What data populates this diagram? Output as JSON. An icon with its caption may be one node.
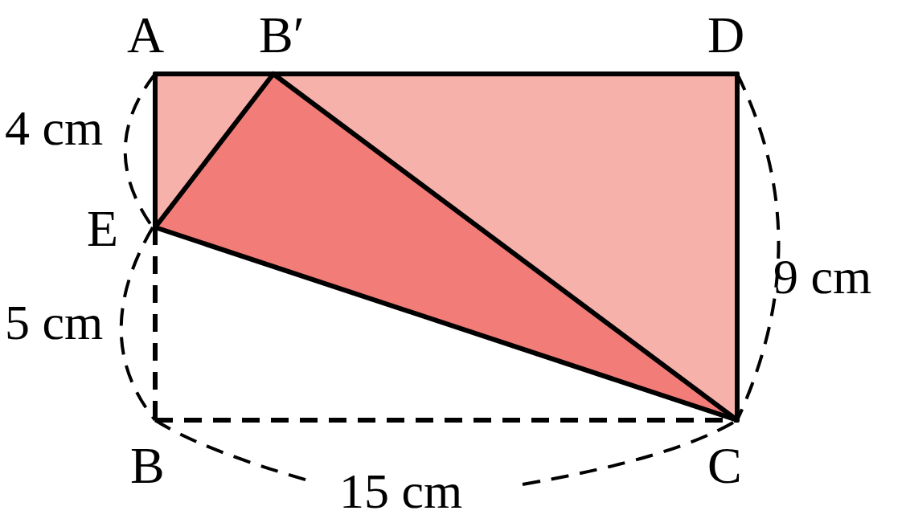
{
  "diagram": {
    "nodes": [
      {
        "text": [
          "A"
        ]
      },
      {
        "text": [
          "B′"
        ]
      },
      {
        "text": [
          "D"
        ]
      },
      {
        "text": [
          "E"
        ]
      },
      {
        "text": [
          "B"
        ]
      },
      {
        "text": [
          "C"
        ]
      }
    ],
    "edges": [
      {
        "from": 0,
        "to": 1,
        "arrow": "none"
      },
      {
        "from": 1,
        "to": 2,
        "arrow": "none"
      },
      {
        "from": 2,
        "to": 5,
        "arrow": "none"
      },
      {
        "from": 0,
        "to": 3,
        "arrow": "none"
      },
      {
        "from": 3,
        "to": 1,
        "arrow": "none"
      },
      {
        "from": 1,
        "to": 5,
        "arrow": "none"
      },
      {
        "from": 3,
        "to": 5,
        "arrow": "none"
      },
      {
        "from": 3,
        "to": 4,
        "arrow": "none",
        "style": "dashed"
      },
      {
        "from": 4,
        "to": 5,
        "arrow": "none",
        "style": "dashed"
      }
    ],
    "labels": [
      "4 cm",
      "5 cm",
      "15 cm",
      "9 cm"
    ]
  }
}
